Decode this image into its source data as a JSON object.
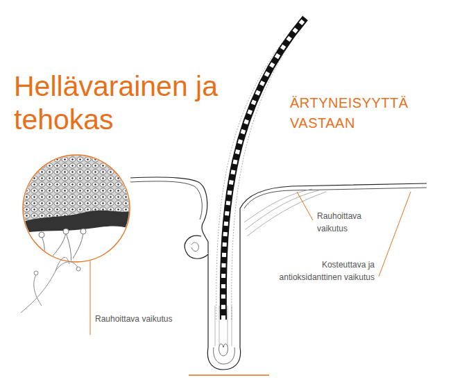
{
  "diagram": {
    "title": "Hellävarainen ja tehokas",
    "labels": [
      "ÄRTYNEISYYTTÄ VASTAAN",
      "Rauhoittava vaikutus",
      "Kosteuttava ja antioksidanttinen vaikutus",
      "Rauhoittava vaikutus"
    ]
  }
}
